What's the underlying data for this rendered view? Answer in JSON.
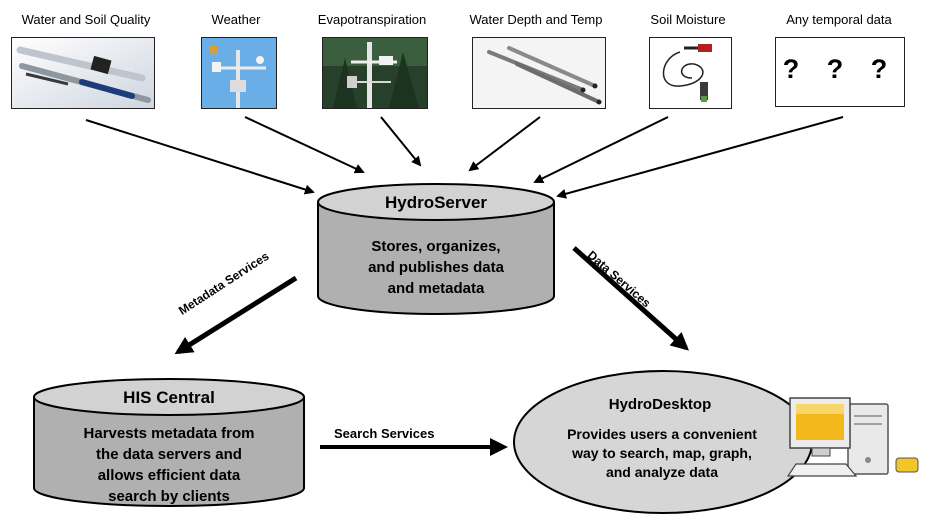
{
  "sources": [
    {
      "label": "Water and Soil Quality",
      "icon": "water-quality-sensor-photo"
    },
    {
      "label": "Weather",
      "icon": "weather-station-photo"
    },
    {
      "label": "Evapotranspiration",
      "icon": "flux-tower-photo"
    },
    {
      "label": "Water Depth and Temp",
      "icon": "depth-probes-photo"
    },
    {
      "label": "Soil Moisture",
      "icon": "soil-moisture-probe-photo"
    },
    {
      "label": "Any temporal data",
      "icon": "question-marks",
      "placeholder": "? ? ?"
    }
  ],
  "hydroserver": {
    "title": "HydroServer",
    "body_lines": [
      "Stores, organizes,",
      "and publishes data",
      "and metadata"
    ]
  },
  "his_central": {
    "title": "HIS Central",
    "body_lines": [
      "Harvests metadata from",
      "the data servers and",
      "allows efficient data",
      "search by clients"
    ]
  },
  "hydrodesktop": {
    "title": "HydroDesktop",
    "body_lines": [
      "Provides users a convenient",
      "way to search, map, graph,",
      "and analyze data"
    ],
    "icon": "desktop-computer-icon"
  },
  "services": {
    "metadata": "Metadata Services",
    "data": "Data Services",
    "search": "Search Services"
  },
  "colors": {
    "cylinder_fill": "#b0b0b0",
    "cylinder_top": "#d2d2d2",
    "ellipse_fill": "#d6d6d6",
    "arrow": "#000000"
  }
}
